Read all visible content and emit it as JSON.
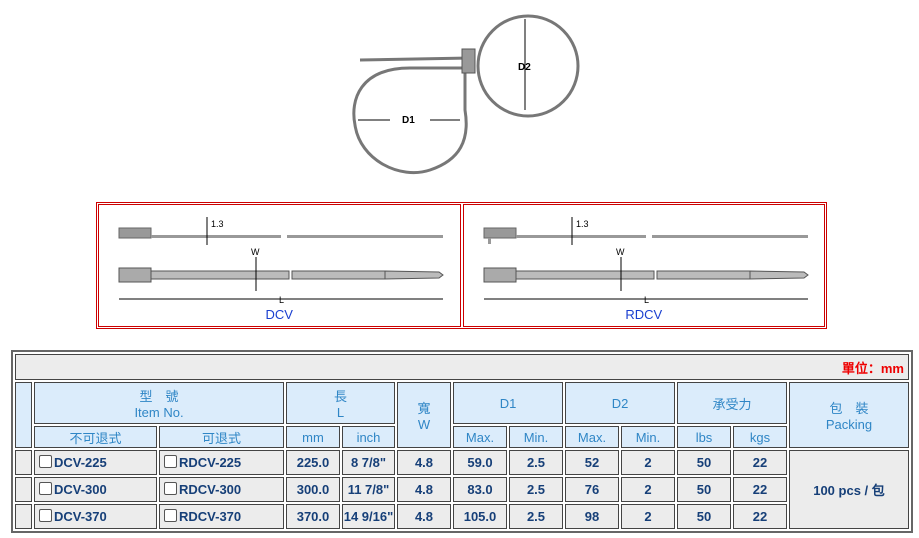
{
  "figure": {
    "d1": "D1",
    "d2": "D2"
  },
  "diagrams": [
    {
      "label": "DCV",
      "thickness": "1.3",
      "width": "W",
      "length": "L"
    },
    {
      "label": "RDCV",
      "thickness": "1.3",
      "width": "W",
      "length": "L"
    }
  ],
  "table": {
    "unit": "單位：mm",
    "headers": {
      "item_zh": "型　號",
      "item_en": "Item No.",
      "length_zh": "長",
      "length_en": "L",
      "width_zh": "寬",
      "width_en": "W",
      "d1": "D1",
      "d2": "D2",
      "strength": "承受力",
      "packing_zh": "包　裝",
      "packing_en": "Packing",
      "non_release": "不可退式",
      "release": "可退式",
      "mm": "mm",
      "inch": "inch",
      "d1_max": "Max.",
      "d1_min": "Min.",
      "d2_max": "Max.",
      "d2_min": "Min.",
      "lbs": "lbs",
      "kgs": "kgs"
    },
    "packing": "100 pcs / 包",
    "rows": [
      {
        "dcv": "DCV-225",
        "rdcv": "RDCV-225",
        "mm": "225.0",
        "inch": "8 7/8\"",
        "w": "4.8",
        "d1max": "59.0",
        "d1min": "2.5",
        "d2max": "52",
        "d2min": "2",
        "lbs": "50",
        "kgs": "22"
      },
      {
        "dcv": "DCV-300",
        "rdcv": "RDCV-300",
        "mm": "300.0",
        "inch": "11 7/8\"",
        "w": "4.8",
        "d1max": "83.0",
        "d1min": "2.5",
        "d2max": "76",
        "d2min": "2",
        "lbs": "50",
        "kgs": "22"
      },
      {
        "dcv": "DCV-370",
        "rdcv": "RDCV-370",
        "mm": "370.0",
        "inch": "14 9/16\"",
        "w": "4.8",
        "d1max": "105.0",
        "d1min": "2.5",
        "d2max": "98",
        "d2min": "2",
        "lbs": "50",
        "kgs": "22"
      }
    ]
  }
}
